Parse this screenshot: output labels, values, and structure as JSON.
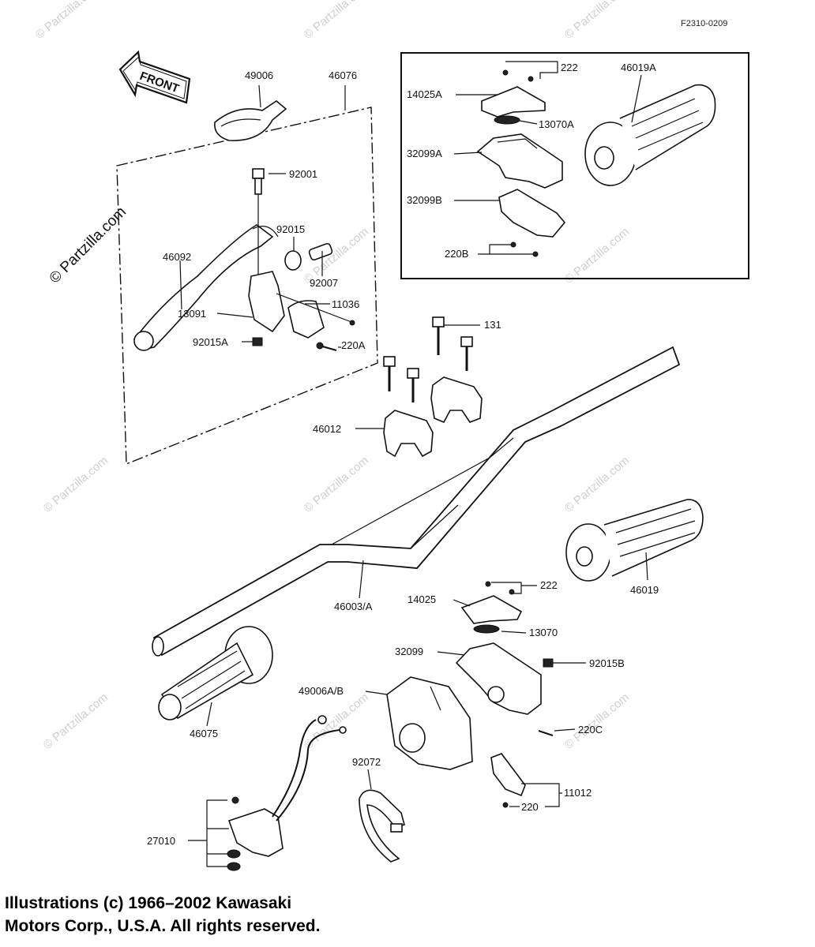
{
  "diagram": {
    "code": "F2310-0209",
    "front_label": "FRONT",
    "watermark": "© Partzilla.com",
    "watermark_faint": "© Partzilla.com",
    "labels": {
      "p49006": "49006",
      "p46076": "46076",
      "p92001": "92001",
      "p92015": "92015",
      "p46092": "46092",
      "p92007": "92007",
      "p11036": "11036",
      "p13091": "13091",
      "p92015A": "92015A",
      "p220A": "220A",
      "p222a": "222",
      "p46019A": "46019A",
      "p14025A": "14025A",
      "p13070A": "13070A",
      "p32099A": "32099A",
      "p32099B": "32099B",
      "p220B": "220B",
      "p131": "131",
      "p46012": "46012",
      "p46019": "46019",
      "p222b": "222",
      "p14025": "14025",
      "p46003": "46003/A",
      "p13070": "13070",
      "p32099": "32099",
      "p92015B": "92015B",
      "p49006AB": "49006A/B",
      "p220C": "220C",
      "p46075": "46075",
      "p92072": "92072",
      "p11012": "11012",
      "p220": "220",
      "p27010": "27010"
    }
  },
  "copyright": {
    "line1": "Illustrations (c) 1966–2002 Kawasaki",
    "line2": "Motors Corp., U.S.A.  All rights reserved."
  }
}
